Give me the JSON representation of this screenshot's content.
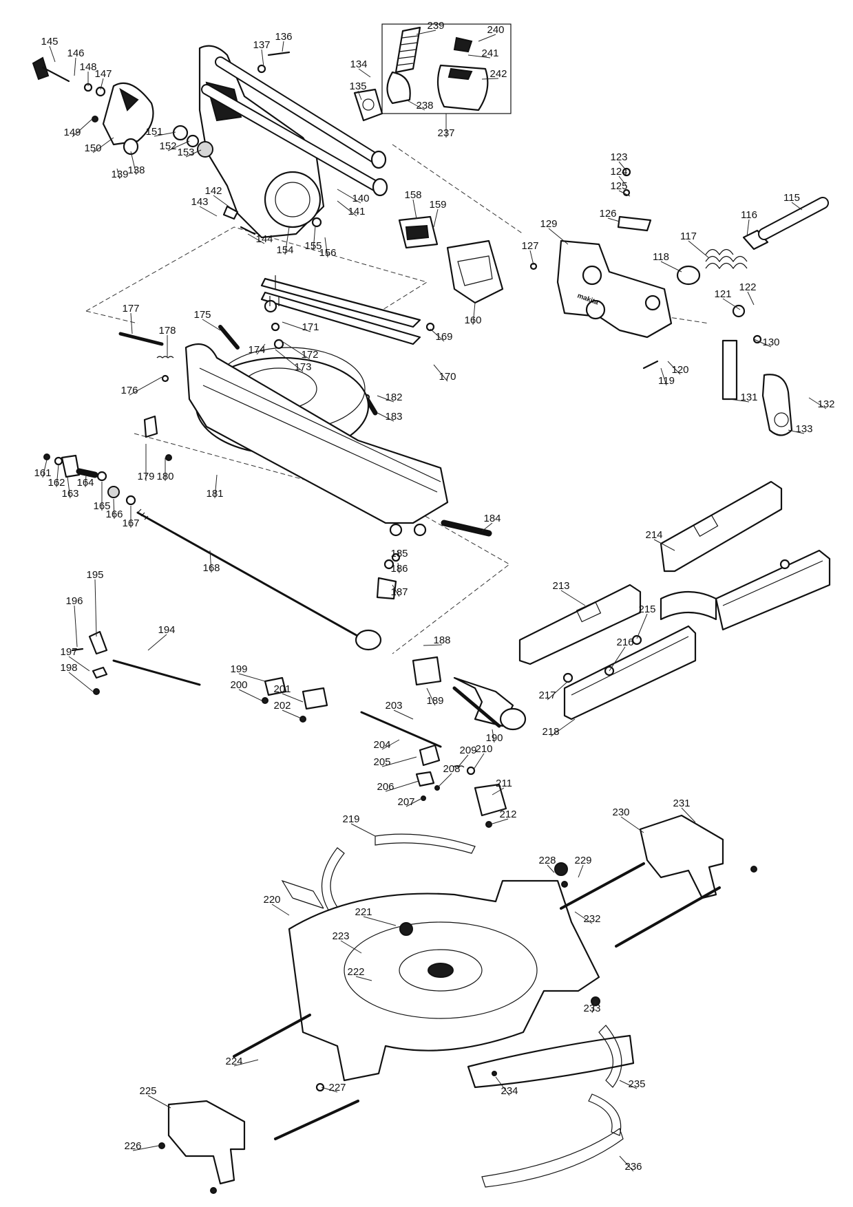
{
  "diagram": {
    "type": "exploded-parts-diagram",
    "brand_mark_text": "makita",
    "colors": {
      "line": "#111111",
      "shade": "#1a1a1a",
      "background": "#ffffff"
    },
    "callouts": [
      "115",
      "116",
      "117",
      "118",
      "119",
      "120",
      "121",
      "122",
      "123",
      "124",
      "125",
      "126",
      "127",
      "129",
      "130",
      "131",
      "132",
      "133",
      "134",
      "135",
      "136",
      "137",
      "138",
      "139",
      "140",
      "141",
      "142",
      "143",
      "144",
      "145",
      "146",
      "147",
      "148",
      "149",
      "150",
      "151",
      "152",
      "153",
      "154",
      "155",
      "156",
      "158",
      "159",
      "160",
      "161",
      "162",
      "163",
      "164",
      "165",
      "166",
      "167",
      "168",
      "169",
      "170",
      "171",
      "172",
      "173",
      "174",
      "175",
      "176",
      "177",
      "178",
      "179",
      "180",
      "181",
      "182",
      "183",
      "184",
      "185",
      "186",
      "187",
      "188",
      "189",
      "190",
      "194",
      "195",
      "196",
      "197",
      "198",
      "199",
      "200",
      "201",
      "202",
      "203",
      "204",
      "205",
      "206",
      "207",
      "208",
      "209",
      "210",
      "211",
      "212",
      "213",
      "214",
      "215",
      "216",
      "217",
      "218",
      "219",
      "220",
      "221",
      "222",
      "223",
      "224",
      "225",
      "226",
      "227",
      "228",
      "229",
      "230",
      "231",
      "232",
      "233",
      "234",
      "235",
      "236",
      "237",
      "238",
      "239",
      "240",
      "241",
      "242"
    ]
  }
}
